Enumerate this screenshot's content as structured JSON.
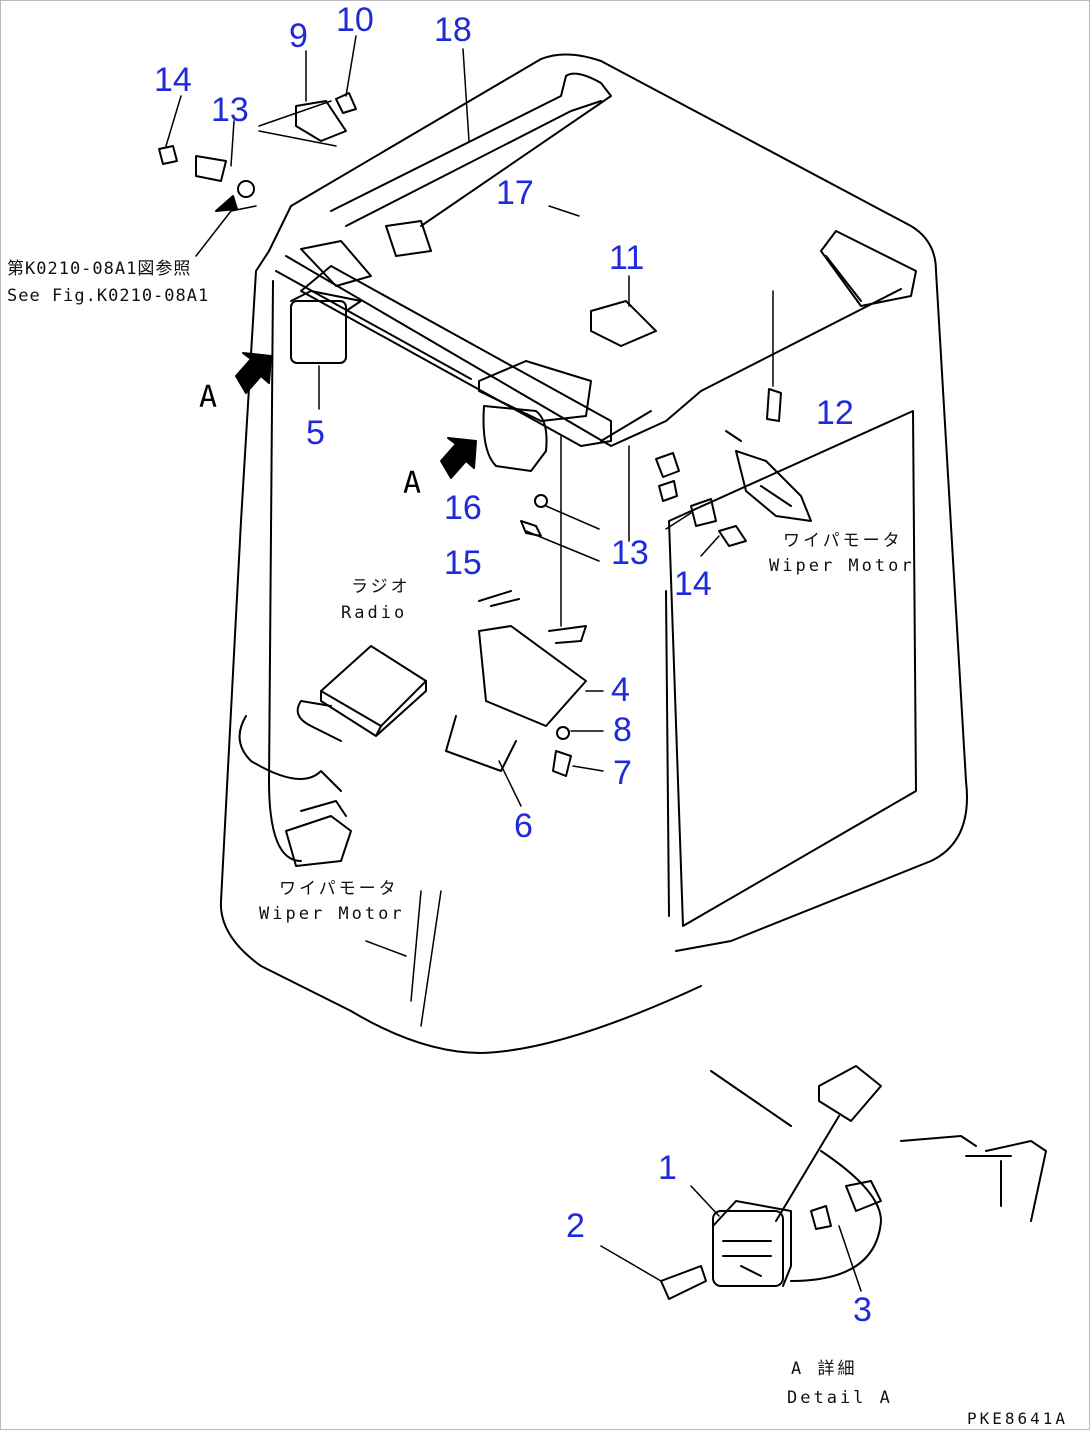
{
  "callouts": {
    "c1": "1",
    "c2": "2",
    "c3": "3",
    "c4": "4",
    "c5": "5",
    "c6": "6",
    "c7": "7",
    "c8": "8",
    "c9": "9",
    "c10": "10",
    "c11": "11",
    "c12": "12",
    "c13a": "13",
    "c13b": "13",
    "c14a": "14",
    "c14b": "14",
    "c15": "15",
    "c16": "16",
    "c17": "17",
    "c18": "18"
  },
  "labels": {
    "ref_jp": "第K0210-08A1図参照",
    "ref_en": "See Fig.K0210-08A1",
    "radio_jp": "ラジオ",
    "radio_en": "Radio",
    "wiper_jp_right": "ワイパモータ",
    "wiper_en_right": "Wiper Motor",
    "wiper_jp_left": "ワイパモータ",
    "wiper_en_left": "Wiper Motor",
    "view_a_left": "A",
    "view_a_center": "A",
    "detail_jp": "A 詳細",
    "detail_en": "Detail A",
    "drawing_code": "PKE8641A"
  },
  "colors": {
    "callout": "#1f2bd8",
    "line": "#000000",
    "background": "#ffffff"
  }
}
